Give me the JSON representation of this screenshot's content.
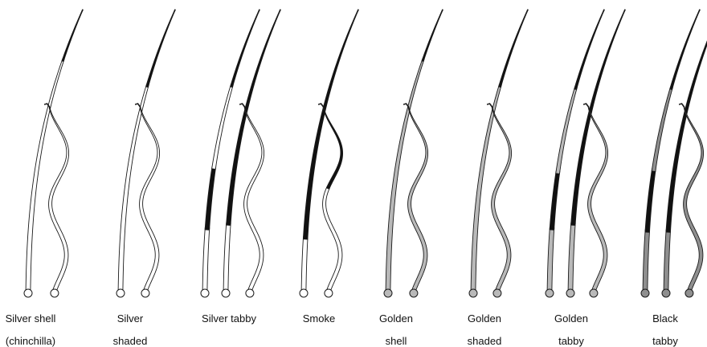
{
  "colors": {
    "outline": "#1a1a1a",
    "white_band": "#ffffff",
    "black_band": "#111111",
    "golden_band": "#b9b9b9",
    "black_tabby_band": "#8f8f8f"
  },
  "groups": [
    {
      "label_line1": "Silver shell",
      "label_line2": "(chinchilla)",
      "hairs": [
        {
          "kind": "straight",
          "bands": [
            [
              "white",
              0.0,
              0.82
            ],
            [
              "black",
              0.82,
              1.0
            ]
          ]
        },
        {
          "kind": "wavy",
          "bands": [
            [
              "white",
              0.0,
              1.0
            ]
          ]
        }
      ]
    },
    {
      "label_line1": "Silver",
      "label_line2": "shaded",
      "hairs": [
        {
          "kind": "straight",
          "bands": [
            [
              "white",
              0.0,
              0.73
            ],
            [
              "black",
              0.73,
              1.0
            ]
          ]
        },
        {
          "kind": "wavy",
          "bands": [
            [
              "white",
              0.0,
              1.0
            ]
          ]
        }
      ]
    },
    {
      "label_line1": "Silver tabby",
      "label_line2": "",
      "hairs": [
        {
          "kind": "straight",
          "bands": [
            [
              "white",
              0.0,
              0.22
            ],
            [
              "black",
              0.22,
              0.44
            ],
            [
              "white",
              0.44,
              0.73
            ],
            [
              "black",
              0.73,
              1.0
            ]
          ]
        },
        {
          "kind": "straight",
          "bands": [
            [
              "white",
              0.0,
              0.24
            ],
            [
              "black",
              0.24,
              1.0
            ]
          ]
        },
        {
          "kind": "wavy",
          "bands": [
            [
              "white",
              0.0,
              1.0
            ]
          ]
        }
      ]
    },
    {
      "label_line1": "Smoke",
      "label_line2": "",
      "hairs": [
        {
          "kind": "straight",
          "bands": [
            [
              "white",
              0.0,
              0.19
            ],
            [
              "black",
              0.19,
              1.0
            ]
          ]
        },
        {
          "kind": "wavy",
          "bands": [
            [
              "white",
              0.0,
              0.55
            ],
            [
              "black",
              0.55,
              1.0
            ]
          ]
        }
      ]
    },
    {
      "label_line1": "Golden",
      "label_line2": "shell",
      "hairs": [
        {
          "kind": "straight",
          "bands": [
            [
              "golden",
              0.0,
              0.82
            ],
            [
              "black",
              0.82,
              1.0
            ]
          ]
        },
        {
          "kind": "wavy",
          "bands": [
            [
              "golden",
              0.0,
              1.0
            ]
          ]
        }
      ]
    },
    {
      "label_line1": "Golden",
      "label_line2": "shaded",
      "hairs": [
        {
          "kind": "straight",
          "bands": [
            [
              "golden",
              0.0,
              0.73
            ],
            [
              "black",
              0.73,
              1.0
            ]
          ]
        },
        {
          "kind": "wavy",
          "bands": [
            [
              "golden",
              0.0,
              1.0
            ]
          ]
        }
      ]
    },
    {
      "label_line1": "Golden",
      "label_line2": "tabby",
      "hairs": [
        {
          "kind": "straight",
          "bands": [
            [
              "golden",
              0.0,
              0.22
            ],
            [
              "black",
              0.22,
              0.42
            ],
            [
              "golden",
              0.42,
              0.72
            ],
            [
              "black",
              0.72,
              1.0
            ]
          ]
        },
        {
          "kind": "straight",
          "bands": [
            [
              "golden",
              0.0,
              0.24
            ],
            [
              "black",
              0.24,
              1.0
            ]
          ]
        },
        {
          "kind": "wavy",
          "bands": [
            [
              "golden",
              0.0,
              1.0
            ]
          ]
        }
      ]
    },
    {
      "label_line1": "Black",
      "label_line2": "tabby",
      "hairs": [
        {
          "kind": "straight",
          "bands": [
            [
              "black_tabby",
              0.0,
              0.21
            ],
            [
              "black",
              0.21,
              0.43
            ],
            [
              "black_tabby",
              0.43,
              0.72
            ],
            [
              "black",
              0.72,
              1.0
            ]
          ]
        },
        {
          "kind": "straight",
          "bands": [
            [
              "black_tabby",
              0.0,
              0.21
            ],
            [
              "black",
              0.21,
              1.0
            ]
          ]
        },
        {
          "kind": "wavy",
          "bands": [
            [
              "black_tabby",
              0.0,
              1.0
            ]
          ]
        }
      ]
    }
  ]
}
